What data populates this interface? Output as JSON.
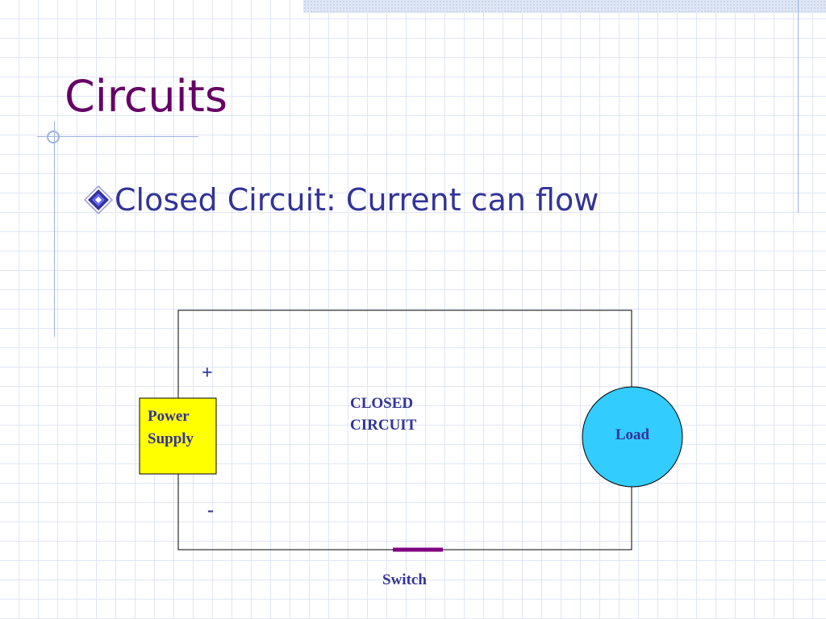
{
  "slide": {
    "title": "Circuits",
    "bullet": "Closed Circuit: Current can flow"
  },
  "diagram": {
    "power_supply": [
      "Power",
      "Supply"
    ],
    "plus": "+",
    "minus": "-",
    "center": [
      "CLOSED",
      "CIRCUIT"
    ],
    "load": "Load",
    "switch": "Switch"
  },
  "colors": {
    "title": "#660066",
    "bullet_text": "#333399",
    "grid": "#dfe6f5",
    "accent_line": "#9db3e0",
    "power_supply_fill": "#ffff00",
    "load_fill": "#33ccff",
    "switch": "#800080",
    "label": "#333399",
    "wire": "#000000"
  },
  "icons": {
    "bullet": "diamond-bullet-icon"
  }
}
